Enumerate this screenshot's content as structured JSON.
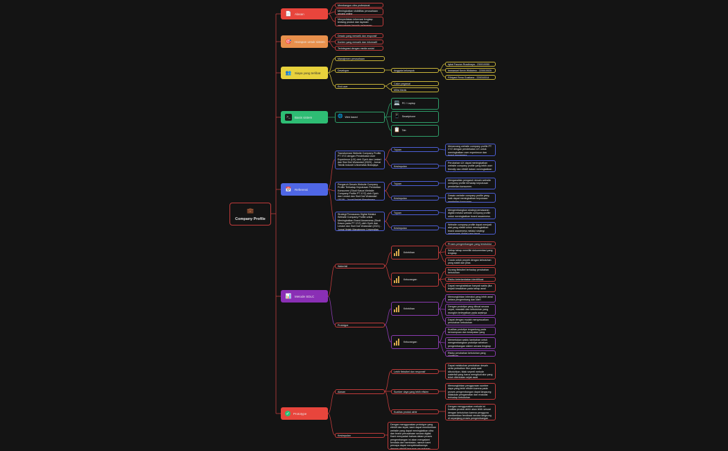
{
  "root": {
    "label": "Company Profile"
  },
  "alasan": {
    "label": "Alasan",
    "color": "#e8453c",
    "items": [
      "Membangun citra profesional perusahaan",
      "Meningkatkan visibilitas perusahaan secara online",
      "Menyediakan informasi lengkap tentang produk dan layanan perusahaan kepada pelanggan potensial"
    ]
  },
  "harapan": {
    "label": "Harapan untuk sistem",
    "color": "#e8904c",
    "items": [
      "Desain yang menarik dan responsif",
      "Konten yang menarik dan informatif",
      "Terintegrasi dengan media sosial"
    ]
  },
  "siapa": {
    "label": "Siapa yang terlibat",
    "color": "#e8d23c",
    "manajemen": "Manajemen perusahaan",
    "developer": "Developer",
    "anggota": "Anggota kelompok",
    "members": [
      "Iqbal Fauzan Rusdinaya - 230010050",
      "Immanuel Kevin Widiatmo - 220010020",
      "Filhiyani Rena Gustiana - 220010014"
    ],
    "enduser": "End user",
    "endusers": [
      "Calon pegawai",
      "Mitra bisnis"
    ]
  },
  "basis": {
    "label": "Basis sistem",
    "color": "#2ebd74",
    "web": "Web based",
    "devices": [
      "PC / Laptop",
      "Smartphone",
      "Tab"
    ]
  },
  "referensi": {
    "label": "Referensi",
    "color": "#4f67e6",
    "refs": [
      {
        "title": "Transformasi Website Company Profile PT XYZ dengan Pendekatan User Experience (UX) oleh Oyeh dan Lestari dan Siwi Dwi Wulandari (2020) - Jurnal Teknik Industri Universitas Brawijaya",
        "tujuan": "Tujuan",
        "tujuan_text": "Merancang website company profile PT XYZ dengan pendekatan UX untuk meningkatkan user experience dan brand awareness.",
        "kes": "Kesimpulan",
        "kes_text": "Perubahan UX dapat meningkatkan website company profile yang lebih user friendly dan efektif dalam meningkatkan brand awareness."
      },
      {
        "title": "Pengaruh Desain Website Company Profile Terhadap Keputusan Pembelian Konsumen (Studi Kasus Website Company Profile PT XYZ) oleh Oyeh dan Lestari dan Siwi Dwi Wulandari (2019) - Jurnal Ilmiah Manajemen Universitas Brawijaya",
        "tujuan": "Tujuan",
        "tujuan_text": "Menganalisis pengaruh desain website company profile terhadap keputusan pembelian konsumen.",
        "kes": "Kesimpulan",
        "kes_text": "Desain website company profile yang baik dapat meningkatkan keputusan pembelian konsumen."
      },
      {
        "title": "Strategi Pemasaran Digital Melalui Website Company Profile untuk Meningkatkan Brand Awareness (Studi Kasus pada PT XYZ) oleh Oyeh dan Lestari dan Siwi Dwi Wulandari (2021) - Jurnal Ilmiah Manajemen Universitas Brawijaya",
        "tujuan": "Tujuan",
        "tujuan_text": "Mengembangkan strategi pemasaran digital melalui website company profile untuk meningkatkan brand awareness.",
        "kes": "Kesimpulan",
        "kes_text": "Website company profile dapat menjadi alat yang efektif untuk meningkatkan brand awareness melalui strategi pemasaran digital yang tepat."
      }
    ]
  },
  "sdlc": {
    "label": "Metode SDLC",
    "color": "#8a2fb5",
    "waterfall": "Waterfall",
    "prototype": "Prototype",
    "kelebihan": "Kelebihan",
    "kekurangan": "Kekurangan",
    "w_plus": [
      "Proses pengembangan yang terstruktur",
      "Setiap tahap memiliki dokumentasi yang lengkap",
      "Cocok untuk proyek dengan kebutuhan yang stabil dan jelas"
    ],
    "w_minus": [
      "Kurang fleksibel terhadap perubahan kebutuhan",
      "Risiko keterlambatan identifikasi masalah",
      "Dapat menghabiskan banyak waktu jika terjadi kesalahan pada tahap awal"
    ],
    "p_plus": [
      "Memungkinkan interaksi yang lebih awal antara pengembang dan klien",
      "Dengan prototipe yang dibuat secara cepat, masalah dan kebutuhan yang mungkin terlewatkan pada awalnya dapat teridentifikasi lebih awal",
      "Dapat dengan mudah menyesuaikan perubahan kebutuhan"
    ],
    "p_minus": [
      "Kualitas prototipe tergantung pada kemampuan dan kecepatan yang mungkin terbatas",
      "Memerlukan waktu tambahan untuk mengembangkan prototipe sebelum pengembangan sistem secara lengkap",
      "Risiko perubahan kebutuhan yang signifikan"
    ]
  },
  "prototype": {
    "label": "Prototype",
    "color": "#e8453c",
    "alasan": "Alasan",
    "reasons": [
      {
        "k": "Lebih fleksibel dan responsif",
        "v": "Dapat melakukan perubahan desain serta perbaikan fitur pada saat dibutuhkan, tidak seperti metode waterfall yang harus mengikuti alur yang telah ditentukan sejak awal"
      },
      {
        "k": "Sumber daya yang lebih efisien",
        "v": "Memungkinkan penggunaan sumber daya yang lebih efisien karena pada proses pengembangan dapat langsung dilakukan pengamatan dan evaluasi terhadap kebutuhan"
      },
      {
        "k": "Kualitas produk akhir",
        "v": "Dengan menggunakan metode ini kualitas produk akhir akan lebih sesuai dengan kebutuhan karena pengguna memberikan feedback secara langsung di sepanjang proses pengembangan"
      }
    ],
    "kesimpulan": "Kesimpulan",
    "kesimpulan_text": "Dengan menggunakan prototype yang efektif dan tepat, kami dapat memberikan website yang dapat meningkatkan citra dan brand perusahaan secara digital. Kami menyadari bahwa dalam proses pengembangan ini akan mengalami kendala dan hambatan, namun kami percaya dapat menyelesaikannya dengan efektif bersama perusahaan."
  }
}
